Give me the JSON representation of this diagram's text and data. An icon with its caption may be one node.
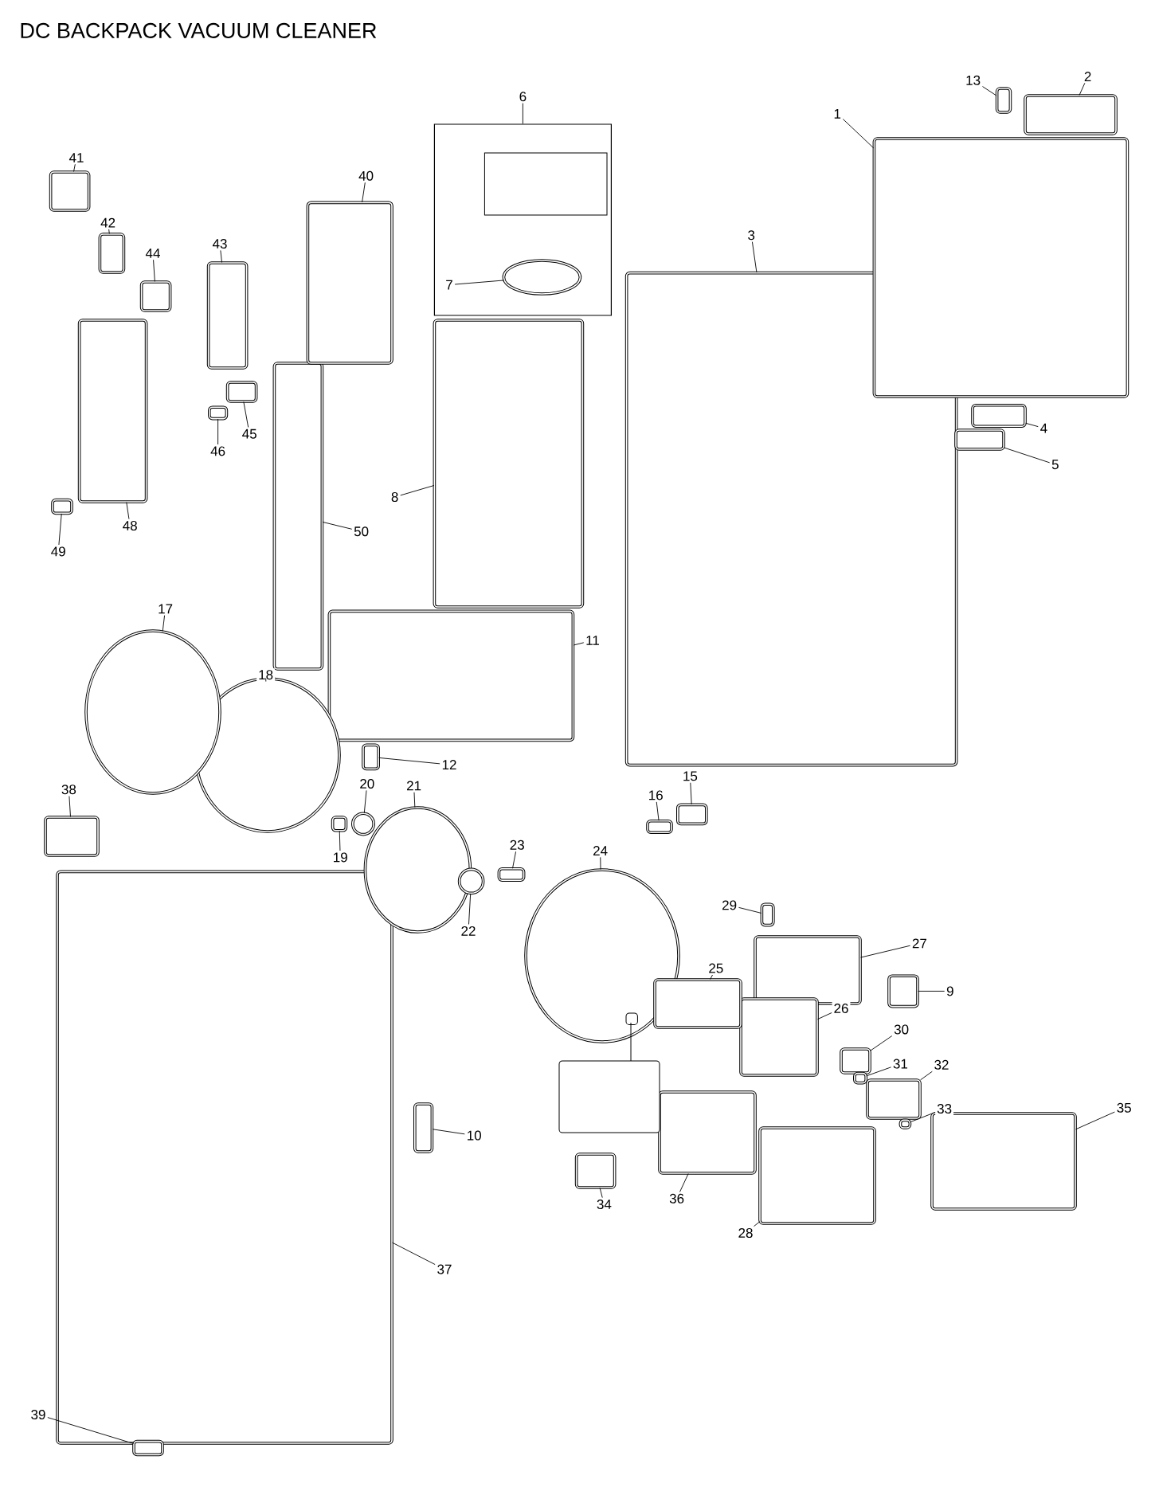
{
  "diagram": {
    "title": "DC BACKPACK VACUUM CLEANER",
    "nodes": [
      {
        "text": [],
        "shape": "box"
      },
      {
        "text": [
          "1"
        ]
      },
      {
        "text": [],
        "shape": "box"
      },
      {
        "text": [
          "2"
        ]
      },
      {
        "text": [],
        "shape": "box"
      },
      {
        "text": [
          "3"
        ]
      },
      {
        "text": [],
        "shape": "box"
      },
      {
        "text": [
          "4"
        ]
      },
      {
        "text": [],
        "shape": "box"
      },
      {
        "text": [
          "5"
        ]
      },
      {
        "text": [],
        "shape": "box"
      },
      {
        "text": [
          "6"
        ]
      },
      {
        "text": [
          "7"
        ],
        "in": 0
      },
      {
        "text": [],
        "shape": "circle",
        "in": 0
      },
      {
        "text": [
          "8"
        ]
      },
      {
        "text": [],
        "shape": "box"
      },
      {
        "text": [
          "9"
        ]
      },
      {
        "text": [],
        "shape": "box"
      },
      {
        "text": [
          "10"
        ]
      },
      {
        "text": [],
        "shape": "box"
      },
      {
        "text": [
          "11"
        ]
      },
      {
        "text": [],
        "shape": "box"
      },
      {
        "text": [
          "12"
        ]
      },
      {
        "text": [],
        "shape": "box"
      },
      {
        "text": [
          "13"
        ]
      },
      {
        "text": [],
        "shape": "box"
      },
      {
        "text": [
          "15"
        ]
      },
      {
        "text": [],
        "shape": "box"
      },
      {
        "text": [
          "16"
        ]
      },
      {
        "text": [],
        "shape": "box"
      },
      {
        "text": [
          "17"
        ]
      },
      {
        "text": [],
        "shape": "circle"
      },
      {
        "text": [
          "18"
        ]
      },
      {
        "text": [],
        "shape": "circle"
      },
      {
        "text": [
          "19"
        ]
      },
      {
        "text": [],
        "shape": "box"
      },
      {
        "text": [
          "20"
        ]
      },
      {
        "text": [],
        "shape": "circle"
      },
      {
        "text": [
          "21"
        ]
      },
      {
        "text": [],
        "shape": "circle"
      },
      {
        "text": [
          "22"
        ]
      },
      {
        "text": [],
        "shape": "circle"
      },
      {
        "text": [
          "23"
        ]
      },
      {
        "text": [],
        "shape": "box"
      },
      {
        "text": [
          "24"
        ]
      },
      {
        "text": [],
        "shape": "circle"
      },
      {
        "text": [
          "25"
        ]
      },
      {
        "text": [],
        "shape": "box"
      },
      {
        "text": [
          "26"
        ]
      },
      {
        "text": [],
        "shape": "box"
      },
      {
        "text": [
          "27"
        ]
      },
      {
        "text": [],
        "shape": "box"
      },
      {
        "text": [
          "28"
        ]
      },
      {
        "text": [],
        "shape": "box"
      },
      {
        "text": [
          "29"
        ]
      },
      {
        "text": [],
        "shape": "box"
      },
      {
        "text": [
          "30"
        ]
      },
      {
        "text": [],
        "shape": "box"
      },
      {
        "text": [
          "31"
        ]
      },
      {
        "text": [],
        "shape": "box"
      },
      {
        "text": [
          "32"
        ]
      },
      {
        "text": [],
        "shape": "box"
      },
      {
        "text": [
          "33"
        ]
      },
      {
        "text": [],
        "shape": "box"
      },
      {
        "text": [
          "34"
        ]
      },
      {
        "text": [],
        "shape": "box"
      },
      {
        "text": [
          "35"
        ]
      },
      {
        "text": [],
        "shape": "box"
      },
      {
        "text": [
          "36"
        ]
      },
      {
        "text": [],
        "shape": "box"
      },
      {
        "text": [
          "37"
        ]
      },
      {
        "text": [],
        "shape": "box"
      },
      {
        "text": [
          "38"
        ]
      },
      {
        "text": [],
        "shape": "box"
      },
      {
        "text": [
          "39"
        ]
      },
      {
        "text": [],
        "shape": "box"
      },
      {
        "text": [
          "40"
        ]
      },
      {
        "text": [],
        "shape": "box"
      },
      {
        "text": [
          "41"
        ]
      },
      {
        "text": [],
        "shape": "box"
      },
      {
        "text": [
          "42"
        ]
      },
      {
        "text": [],
        "shape": "box"
      },
      {
        "text": [
          "43"
        ]
      },
      {
        "text": [],
        "shape": "box"
      },
      {
        "text": [
          "44"
        ]
      },
      {
        "text": [],
        "shape": "box"
      },
      {
        "text": [
          "45"
        ]
      },
      {
        "text": [],
        "shape": "box"
      },
      {
        "text": [
          "46"
        ]
      },
      {
        "text": [],
        "shape": "box"
      },
      {
        "text": [
          "48"
        ]
      },
      {
        "text": [],
        "shape": "box"
      },
      {
        "text": [
          "49"
        ]
      },
      {
        "text": [],
        "shape": "box"
      },
      {
        "text": [
          "50"
        ]
      },
      {
        "text": [],
        "shape": "box"
      }
    ],
    "edges": [
      {
        "from": 1,
        "to": 2,
        "arrow": "none"
      },
      {
        "from": 3,
        "to": 4,
        "arrow": "none"
      },
      {
        "from": 5,
        "to": 6,
        "arrow": "none"
      },
      {
        "from": 7,
        "to": 8,
        "arrow": "none"
      },
      {
        "from": 9,
        "to": 10,
        "arrow": "none"
      },
      {
        "from": 11,
        "to": 0,
        "arrow": "none"
      },
      {
        "from": 12,
        "to": 13,
        "arrow": "none"
      },
      {
        "from": 14,
        "to": 15,
        "arrow": "none"
      },
      {
        "from": 16,
        "to": 17,
        "arrow": "none"
      },
      {
        "from": 18,
        "to": 19,
        "arrow": "none"
      },
      {
        "from": 20,
        "to": 21,
        "arrow": "none"
      },
      {
        "from": 22,
        "to": 23,
        "arrow": "none"
      },
      {
        "from": 24,
        "to": 25,
        "arrow": "none"
      },
      {
        "from": 26,
        "to": 27,
        "arrow": "none"
      },
      {
        "from": 28,
        "to": 29,
        "arrow": "none"
      },
      {
        "from": 30,
        "to": 31,
        "arrow": "none"
      },
      {
        "from": 32,
        "to": 33,
        "arrow": "none"
      },
      {
        "from": 34,
        "to": 35,
        "arrow": "none"
      },
      {
        "from": 36,
        "to": 37,
        "arrow": "none"
      },
      {
        "from": 38,
        "to": 39,
        "arrow": "none"
      },
      {
        "from": 40,
        "to": 41,
        "arrow": "none"
      },
      {
        "from": 42,
        "to": 43,
        "arrow": "none"
      },
      {
        "from": 44,
        "to": 45,
        "arrow": "none"
      },
      {
        "from": 46,
        "to": 47,
        "arrow": "none"
      },
      {
        "from": 48,
        "to": 49,
        "arrow": "none"
      },
      {
        "from": 50,
        "to": 51,
        "arrow": "none"
      },
      {
        "from": 52,
        "to": 53,
        "arrow": "none"
      },
      {
        "from": 54,
        "to": 55,
        "arrow": "none"
      },
      {
        "from": 56,
        "to": 57,
        "arrow": "none"
      },
      {
        "from": 58,
        "to": 59,
        "arrow": "none"
      },
      {
        "from": 60,
        "to": 61,
        "arrow": "none"
      },
      {
        "from": 62,
        "to": 63,
        "arrow": "none"
      },
      {
        "from": 64,
        "to": 65,
        "arrow": "none"
      },
      {
        "from": 66,
        "to": 67,
        "arrow": "none"
      },
      {
        "from": 68,
        "to": 69,
        "arrow": "none"
      },
      {
        "from": 70,
        "to": 71,
        "arrow": "none"
      },
      {
        "from": 72,
        "to": 73,
        "arrow": "none"
      },
      {
        "from": 74,
        "to": 75,
        "arrow": "none"
      },
      {
        "from": 76,
        "to": 77,
        "arrow": "none"
      },
      {
        "from": 78,
        "to": 79,
        "arrow": "none"
      },
      {
        "from": 80,
        "to": 81,
        "arrow": "none"
      },
      {
        "from": 82,
        "to": 83,
        "arrow": "none"
      },
      {
        "from": 84,
        "to": 85,
        "arrow": "none"
      },
      {
        "from": 86,
        "to": 87,
        "arrow": "none"
      },
      {
        "from": 88,
        "to": 89,
        "arrow": "none"
      },
      {
        "from": 90,
        "to": 91,
        "arrow": "none"
      },
      {
        "from": 92,
        "to": 93,
        "arrow": "none"
      },
      {
        "from": 94,
        "to": 95,
        "arrow": "none"
      }
    ]
  }
}
